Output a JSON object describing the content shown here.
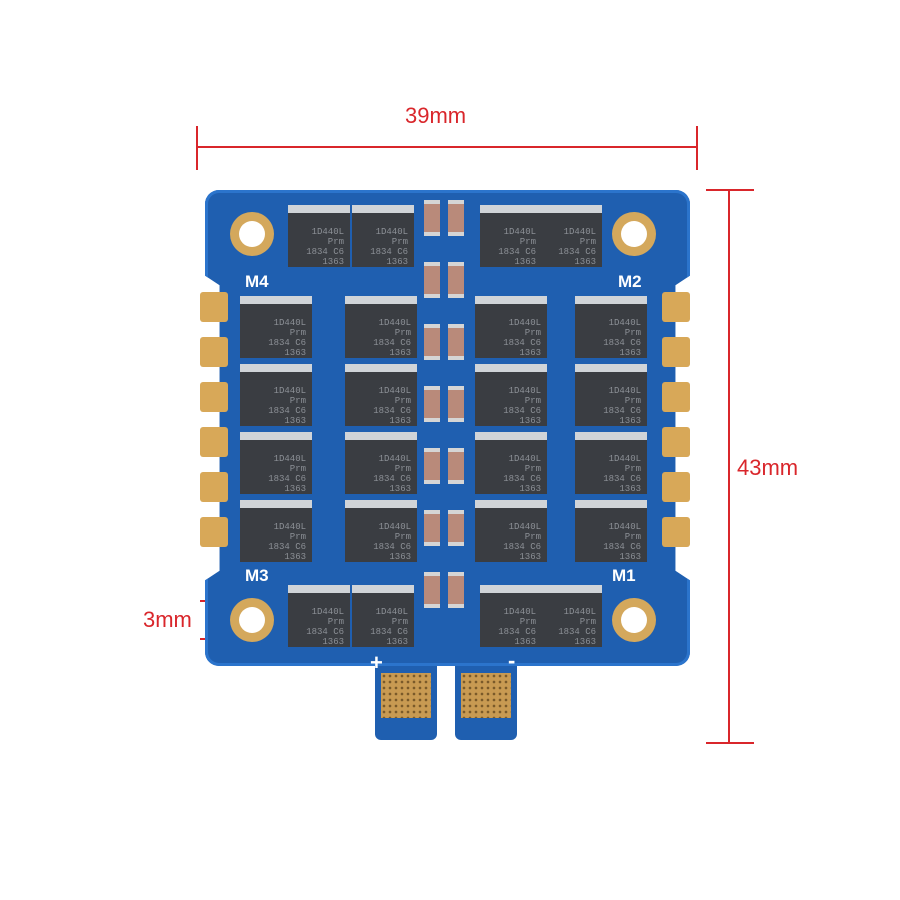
{
  "dimensions": {
    "width": "39mm",
    "height": "43mm",
    "hole": "3mm"
  },
  "motors": {
    "m1": "M1",
    "m2": "M2",
    "m3": "M3",
    "m4": "M4"
  },
  "power": {
    "plus": "+",
    "minus": "-"
  },
  "chip_marking": "1D440L\nPrm\n1834 C6\n1363",
  "colors": {
    "pcb": "#1f5fb0",
    "dimension": "#d9262b",
    "pad": "#d8a858"
  }
}
